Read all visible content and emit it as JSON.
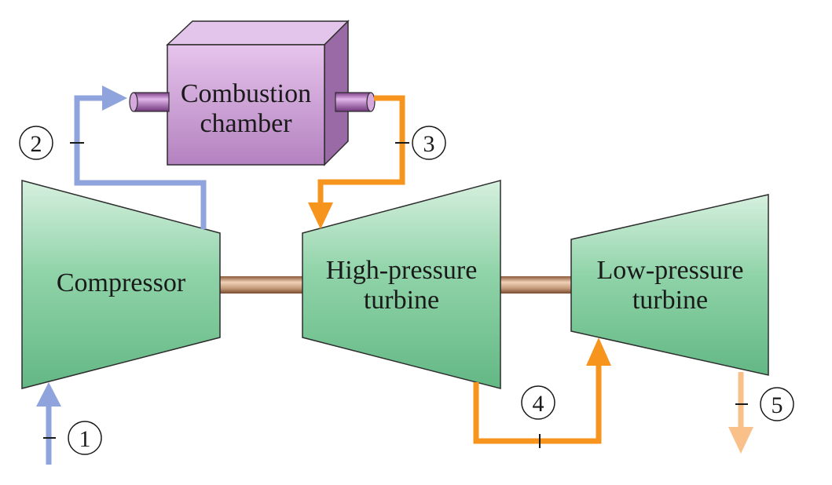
{
  "components": {
    "combustion_chamber": {
      "line1": "Combustion",
      "line2": "chamber"
    },
    "compressor": {
      "label": "Compressor"
    },
    "high_pressure_turbine": {
      "line1": "High-pressure",
      "line2": "turbine"
    },
    "low_pressure_turbine": {
      "line1": "Low-pressure",
      "line2": "turbine"
    }
  },
  "states": [
    "1",
    "2",
    "3",
    "4",
    "5"
  ],
  "colors": {
    "cold_flow": "#8fa3dc",
    "hot_flow": "#f7941d",
    "exhaust_flow": "#f9c08a",
    "turbomachine": "#8fd3a8",
    "chamber": "#c79bd1",
    "shaft": "#c49a7a"
  }
}
